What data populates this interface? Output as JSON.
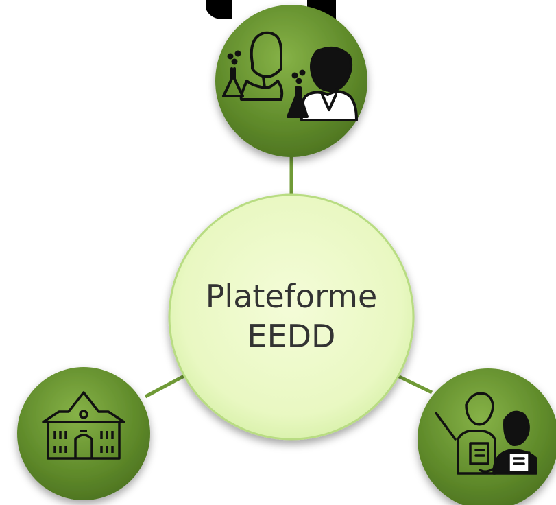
{
  "center_node": {
    "label_line1": "Plateforme",
    "label_line2": "EEDD",
    "fill": "#eef9c9",
    "edge": "#b8dc82"
  },
  "satellites": [
    {
      "id": "scientists",
      "icon": "scientists-icon"
    },
    {
      "id": "school",
      "icon": "school-building-icon"
    },
    {
      "id": "teachers",
      "icon": "teachers-students-icon"
    }
  ],
  "colors": {
    "node_green": "#5f8a2a",
    "node_green_light": "#7aa63a",
    "connector": "#6f9a36",
    "icon": "#111111"
  }
}
